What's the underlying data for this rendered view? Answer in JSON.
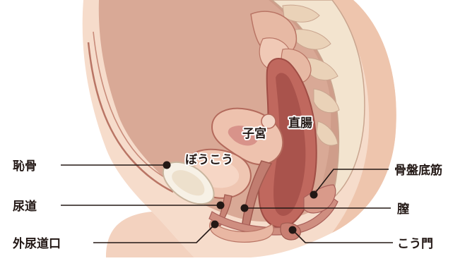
{
  "labels": {
    "pubic_bone": "恥骨",
    "urethra": "尿道",
    "urethral_opening": "外尿道口",
    "bladder": "ぼうこう",
    "uterus": "子宮",
    "rectum": "直腸",
    "pelvic_floor": "骨盤底筋",
    "vagina": "膣",
    "anus": "こう門"
  },
  "colors": {
    "skin": "#f6dccb",
    "skin_shade": "#eec5ad",
    "body_cavity": "#d9a996",
    "cavity_shade": "#c99583",
    "organ_outline": "#b36a5c",
    "rectum": "#c0685e",
    "rectum_dark": "#a9534c",
    "bone": "#f7f1e6",
    "spine": "#f3e4cf",
    "ink": "#231815"
  }
}
